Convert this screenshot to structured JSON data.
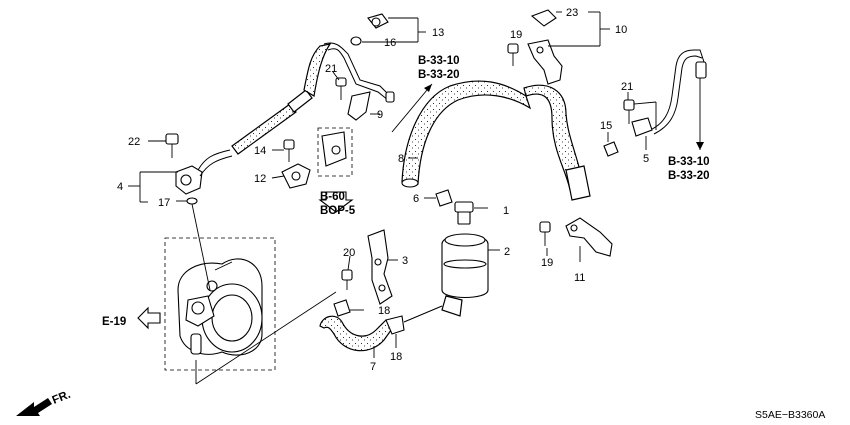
{
  "diagram": {
    "part_numbers": [
      "1",
      "2",
      "3",
      "4",
      "5",
      "6",
      "7",
      "8",
      "9",
      "10",
      "11",
      "12",
      "13",
      "14",
      "15",
      "16",
      "17",
      "18",
      "18",
      "19",
      "19",
      "20",
      "21",
      "21",
      "22",
      "23"
    ],
    "references": {
      "pipe_top": [
        "B-33-10",
        "B-33-20"
      ],
      "pipe_right": [
        "B-33-10",
        "B-33-20"
      ],
      "bracket": [
        "B-60",
        "BOP-5"
      ],
      "engine": "E-19",
      "front": "FR."
    },
    "drawing_code": "S5AE−B3360A"
  }
}
